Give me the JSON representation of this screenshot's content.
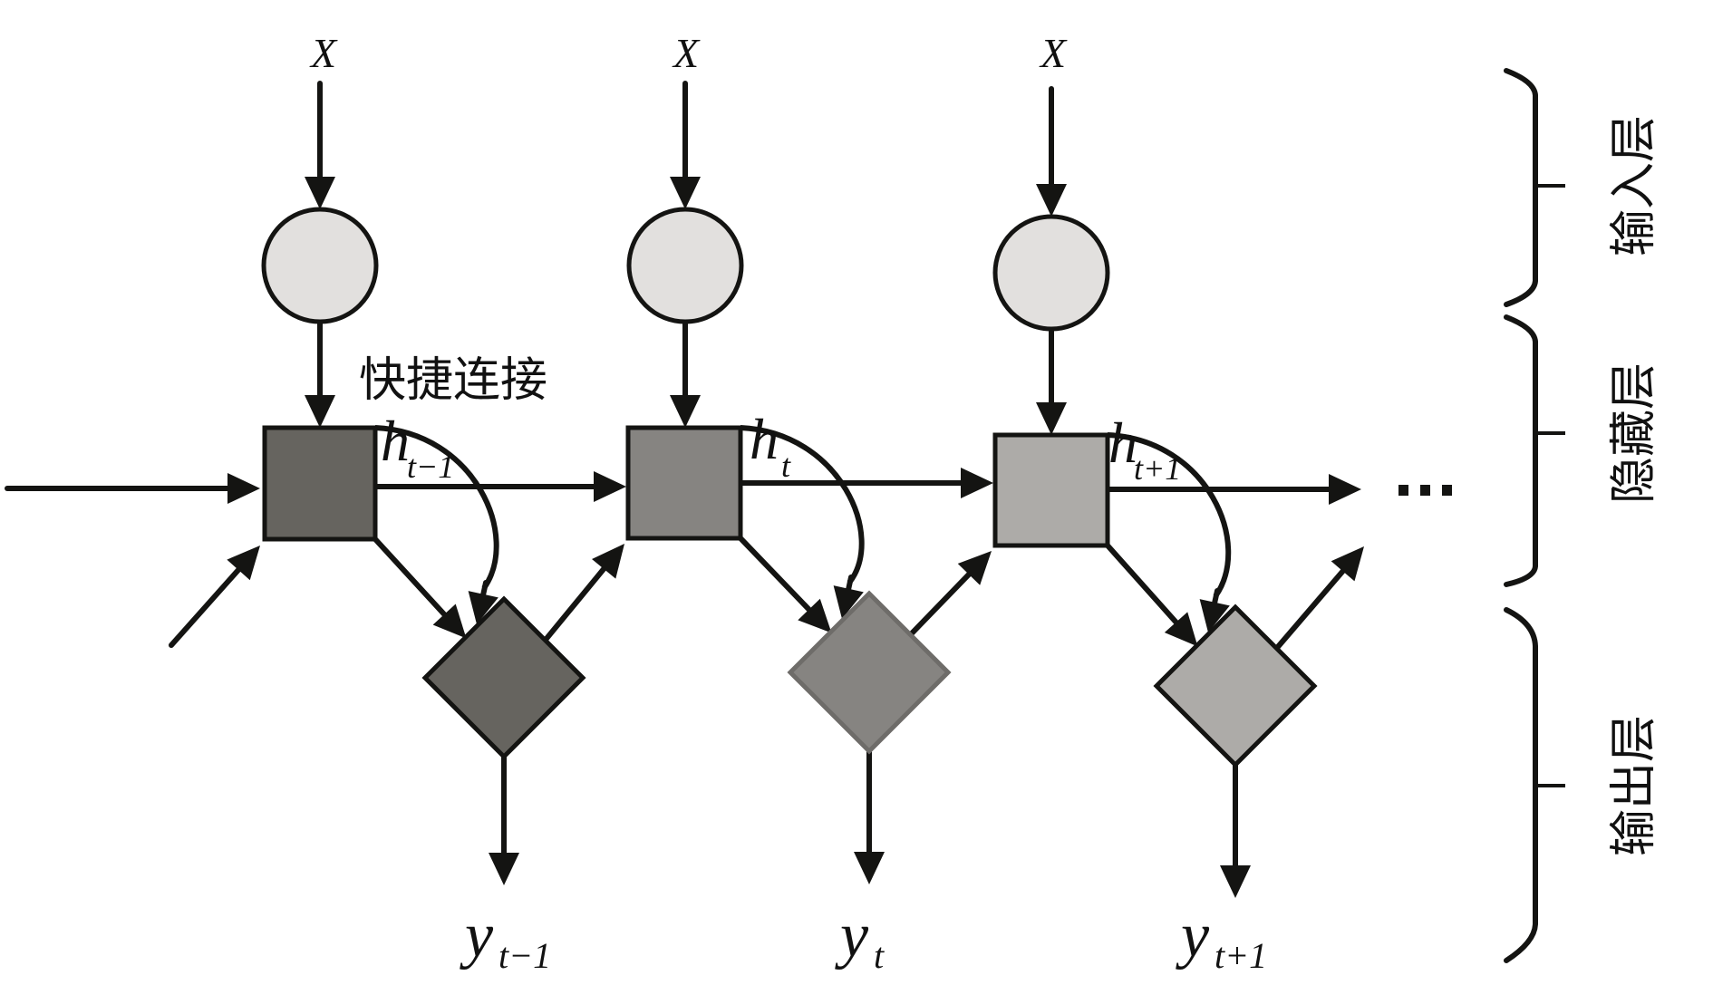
{
  "diagram": {
    "title": "Residual RNN with shortcut connections",
    "shortcut_label": "快捷连接",
    "continuation": "···",
    "layers": [
      {
        "id": "input",
        "label": "输入层"
      },
      {
        "id": "hidden",
        "label": "隐藏层"
      },
      {
        "id": "output",
        "label": "输出层"
      }
    ],
    "timesteps": [
      {
        "input_label": "X",
        "hidden_main": "h",
        "hidden_sub": "t−1",
        "output_main": "y",
        "output_sub": "t−1",
        "hidden_color": "#66645f",
        "output_color": "#66645f",
        "output_border": "#141412"
      },
      {
        "input_label": "X",
        "hidden_main": "h",
        "hidden_sub": "t",
        "output_main": "y",
        "output_sub": "t",
        "hidden_color": "#868481",
        "output_color": "#868481",
        "output_border": "#6e6c69"
      },
      {
        "input_label": "X",
        "hidden_main": "h",
        "hidden_sub": "t+1",
        "output_main": "y",
        "output_sub": "t+1",
        "hidden_color": "#adaba8",
        "output_color": "#adaba8",
        "output_border": "#141412"
      }
    ],
    "input_node_color": "#e2e0de",
    "line_color": "#141412"
  }
}
